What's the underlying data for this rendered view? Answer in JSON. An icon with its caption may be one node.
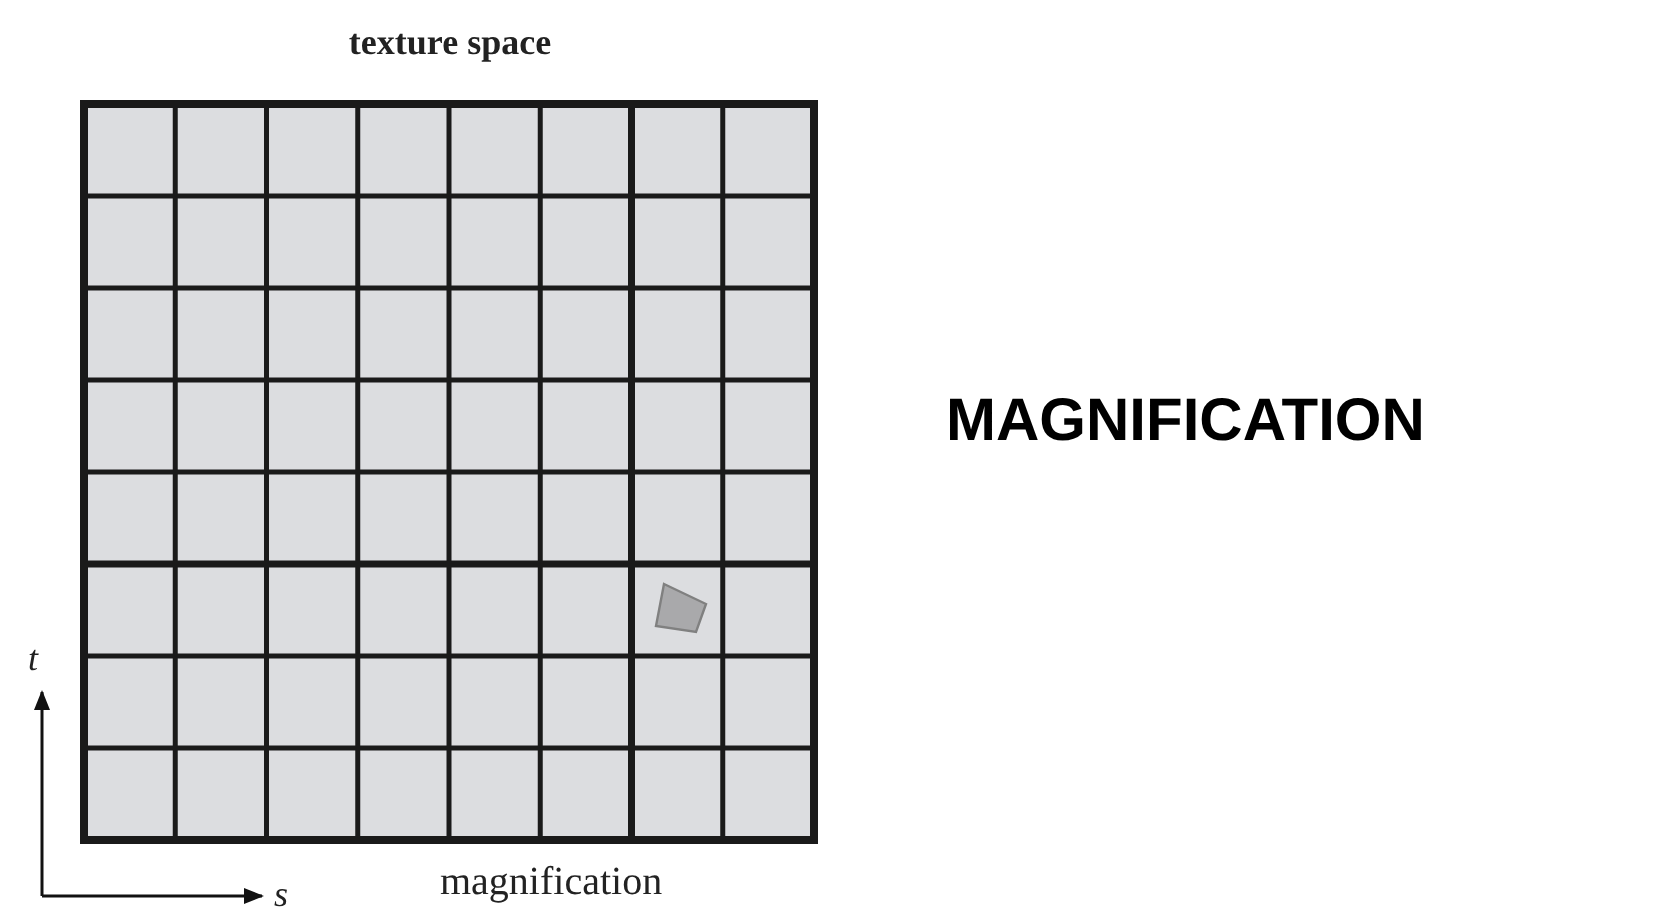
{
  "diagram": {
    "labels": [
      "texture space",
      "MAGNIFICATION",
      "t",
      "s",
      "magnification"
    ]
  }
}
